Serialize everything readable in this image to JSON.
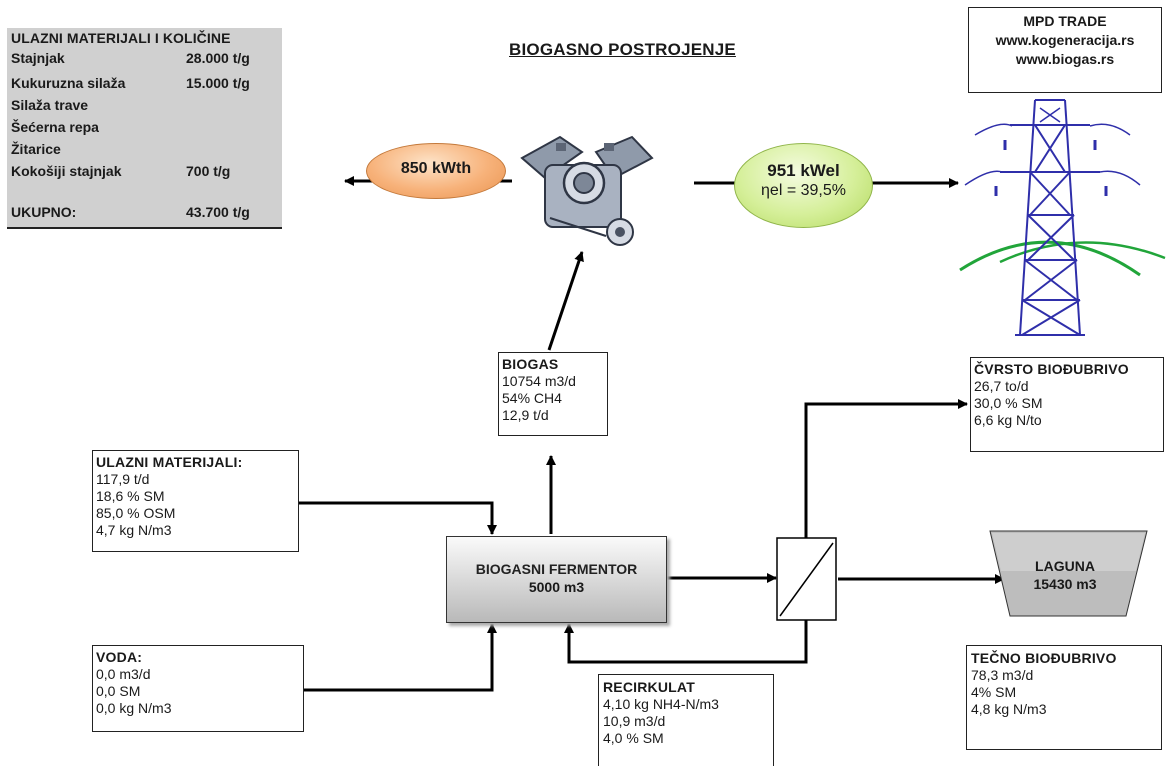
{
  "title": "BIOGASNO POSTROJENJE",
  "company": {
    "name": "MPD TRADE",
    "url1": "www.kogeneracija.rs",
    "url2": "www.biogas.rs"
  },
  "input_table": {
    "header": "ULAZNI MATERIJALI I KOLIČINE",
    "rows": [
      {
        "name": "Stajnjak",
        "value": "28.000 t/g"
      },
      {
        "name": "Kukuruzna silaža",
        "value": "15.000 t/g"
      },
      {
        "name": "Silaža trave",
        "value": ""
      },
      {
        "name": "Šećerna repa",
        "value": ""
      },
      {
        "name": "Žitarice",
        "value": ""
      },
      {
        "name": "Kokošiji stajnjak",
        "value": "700 t/g"
      },
      {
        "name": "",
        "value": ""
      },
      {
        "name": "UKUPNO:",
        "value": "43.700 t/g"
      }
    ]
  },
  "heat": {
    "label": "850 kWth"
  },
  "power": {
    "label": "951 kWel",
    "efficiency": "ηel = 39,5%"
  },
  "biogas": {
    "title": "BIOGAS",
    "lines": [
      "10754 m3/d",
      "54% CH4",
      "12,9 t/d"
    ]
  },
  "inputs": {
    "title": "ULAZNI MATERIJALI:",
    "lines": [
      "117,9 t/d",
      "18,6 % SM",
      "85,0 % OSM",
      "4,7 kg N/m3"
    ]
  },
  "water": {
    "title": "VODA:",
    "lines": [
      "0,0 m3/d",
      "0,0 SM",
      "0,0 kg N/m3"
    ]
  },
  "fermentor": {
    "name": "BIOGASNI FERMENTOR",
    "volume": "5000 m3"
  },
  "recirculate": {
    "title": "RECIRKULAT",
    "lines": [
      "4,10 kg NH4-N/m3",
      "10,9 m3/d",
      "4,0 % SM"
    ]
  },
  "solid_fertilizer": {
    "title": "ČVRSTO BIOĐUBRIVO",
    "lines": [
      "26,7 to/d",
      "30,0 % SM",
      "6,6 kg N/to"
    ]
  },
  "lagoon": {
    "name": "LAGUNA",
    "volume": "15430 m3"
  },
  "liquid_fertilizer": {
    "title": "TEČNO BIOĐUBRIVO",
    "lines": [
      "78,3 m3/d",
      "4% SM",
      "4,8 kg N/m3"
    ]
  },
  "icons": {
    "engine": "engine-icon",
    "pylon": "power-pylon-icon",
    "separator": "separator-icon"
  }
}
